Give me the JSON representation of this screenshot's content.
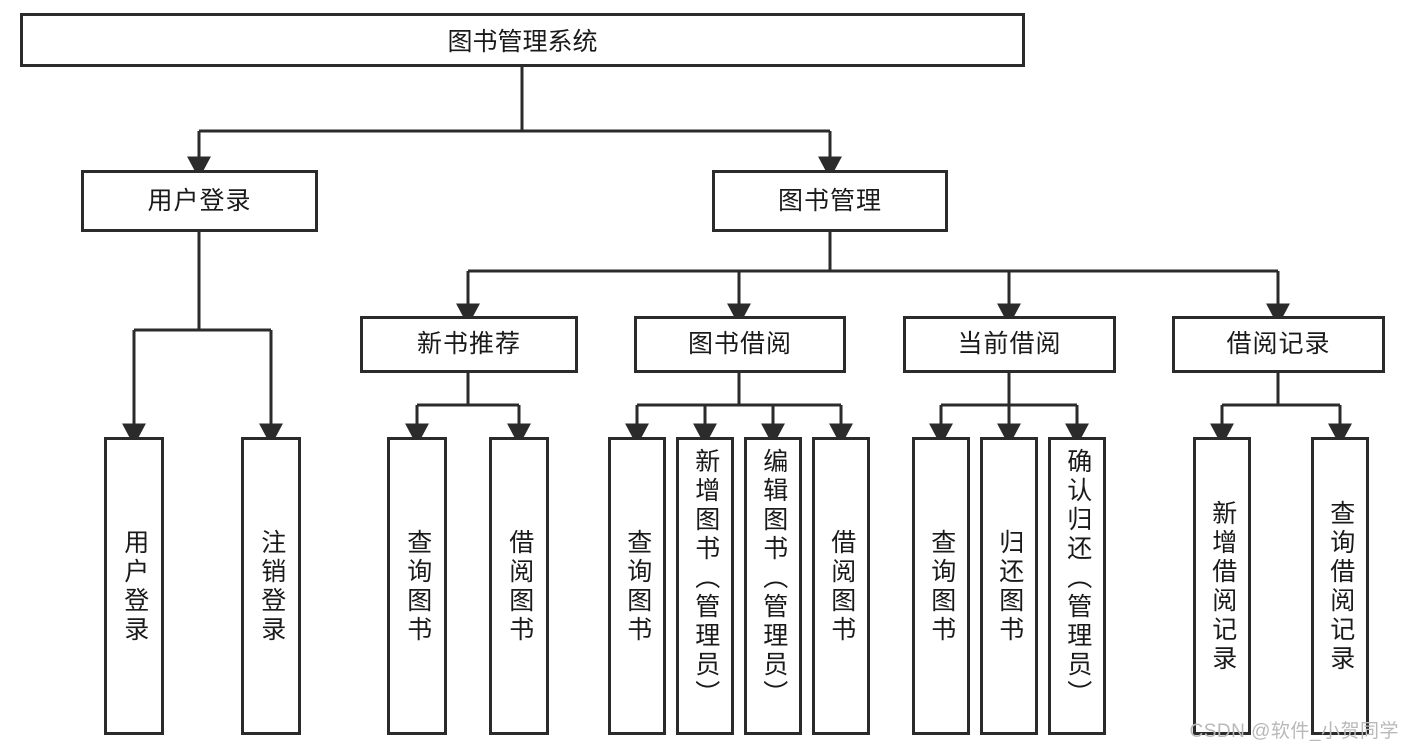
{
  "diagram": {
    "title": "图书管理系统",
    "type": "tree-hierarchy-chart",
    "root": {
      "label": "图书管理系统"
    },
    "level1": [
      {
        "label": "用户登录"
      },
      {
        "label": "图书管理"
      }
    ],
    "level2": [
      {
        "label": "新书推荐"
      },
      {
        "label": "图书借阅"
      },
      {
        "label": "当前借阅"
      },
      {
        "label": "借阅记录"
      }
    ],
    "leaves": {
      "user_login": [
        {
          "label": "用户登录"
        },
        {
          "label": "注销登录"
        }
      ],
      "new_book_recommend": [
        {
          "label": "查询图书"
        },
        {
          "label": "借阅图书"
        }
      ],
      "book_borrow": [
        {
          "label": "查询图书"
        },
        {
          "label": "新增图书（管理员）"
        },
        {
          "label": "编辑图书（管理员）"
        },
        {
          "label": "借阅图书"
        }
      ],
      "current_borrow": [
        {
          "label": "查询图书"
        },
        {
          "label": "归还图书"
        },
        {
          "label": "确认归还（管理员）"
        }
      ],
      "borrow_record": [
        {
          "label": "新增借阅记录"
        },
        {
          "label": "查询借阅记录"
        }
      ]
    }
  },
  "watermark": {
    "text": "CSDN @软件_小贺同学"
  },
  "colors": {
    "box_border": "#2b2b2b",
    "box_fill": "#ffffff",
    "text": "#1a1a1a",
    "link": "#2b2b2b",
    "watermark": "#b9b9b9",
    "background": "#ffffff"
  }
}
